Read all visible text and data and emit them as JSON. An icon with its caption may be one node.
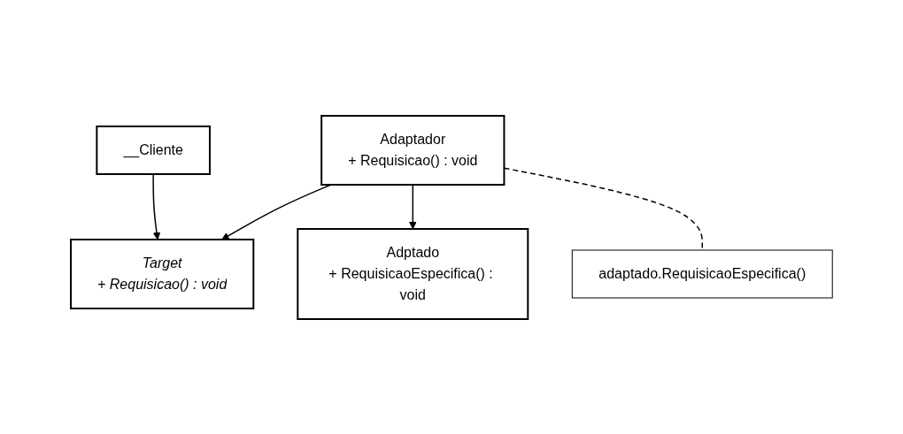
{
  "diagram": {
    "nodes": [
      {
        "text": [
          "__Cliente"
        ]
      },
      {
        "text": [
          "Target",
          "+ Requisicao() : void"
        ]
      },
      {
        "text": [
          "Adaptador",
          "+ Requisicao() : void"
        ]
      },
      {
        "text": [
          "Adptado",
          "+ RequisicaoEspecifica() : void"
        ]
      },
      {
        "text": [
          "adaptado.RequisicaoEspecifica()"
        ]
      }
    ],
    "edges": [
      {
        "from": 0,
        "to": 1,
        "arrow": "to"
      },
      {
        "from": 2,
        "to": 1,
        "arrow": "to"
      },
      {
        "from": 2,
        "to": 3,
        "arrow": "to"
      },
      {
        "from": 2,
        "to": 4,
        "arrow": "none",
        "style": "dashed"
      }
    ]
  }
}
